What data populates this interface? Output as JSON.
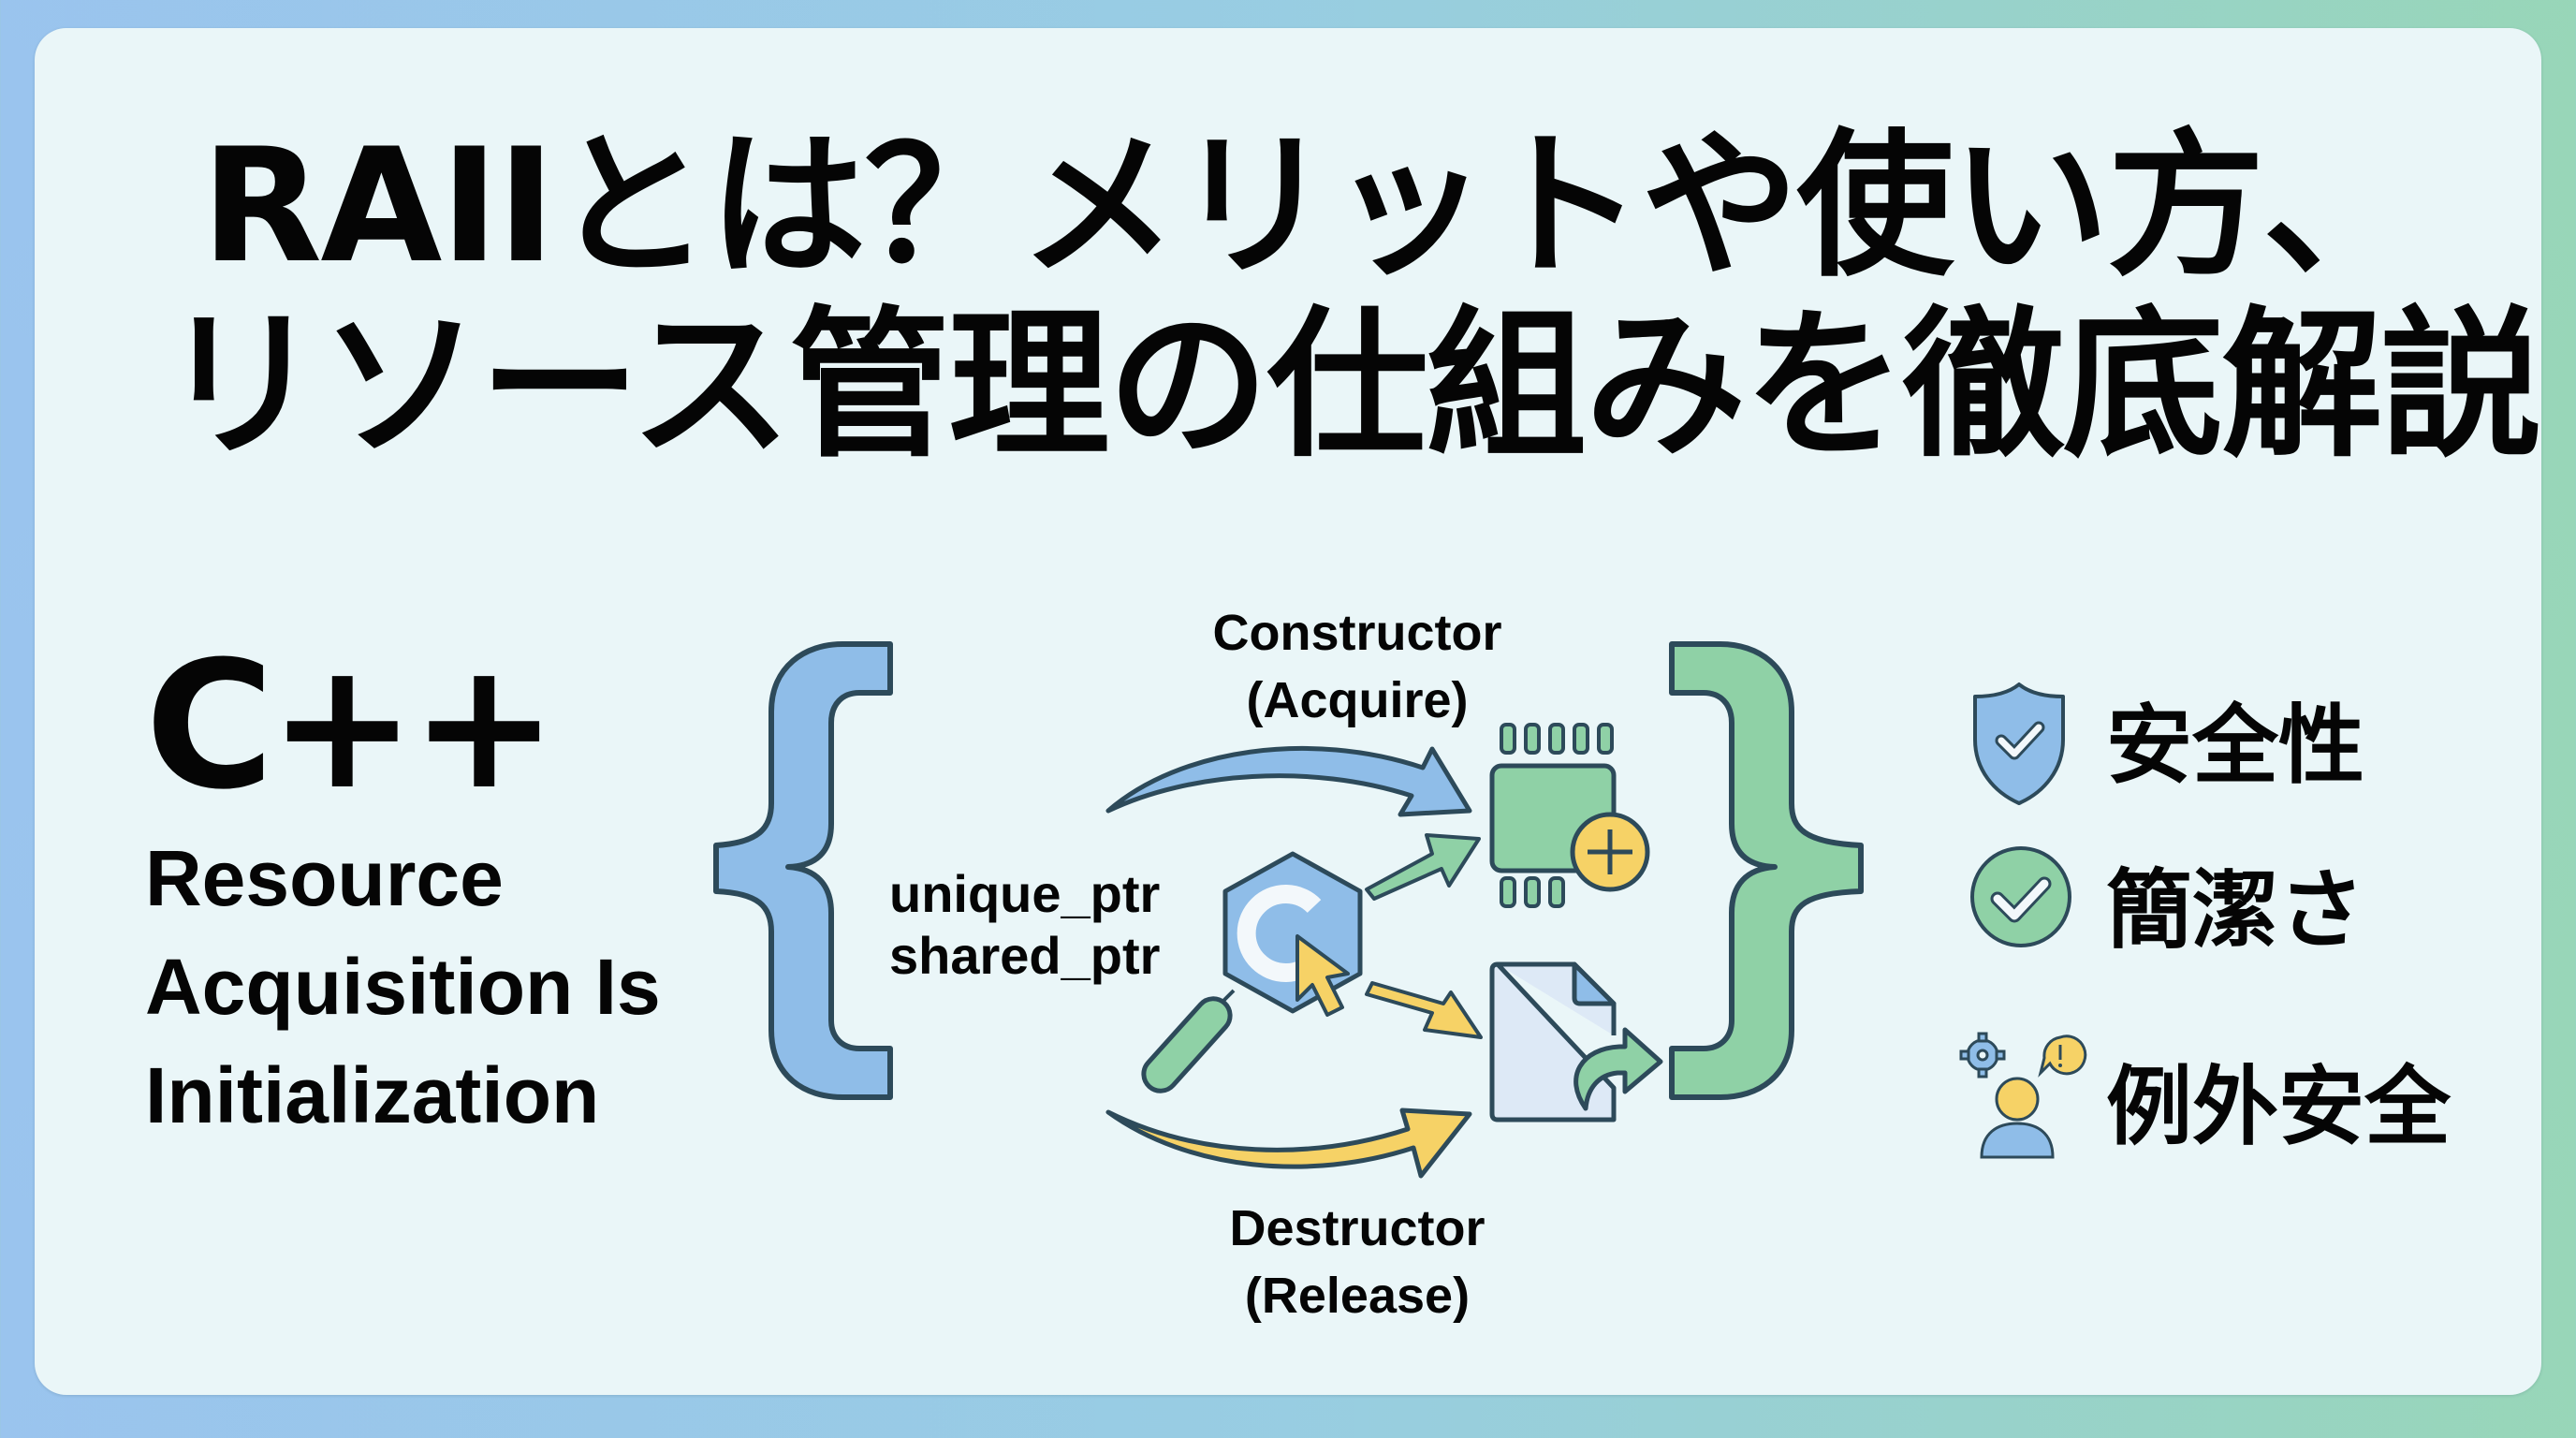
{
  "title": {
    "line1": "RAIIとは？メリットや使い方、",
    "line2": "リソース管理の仕組みを徹底解説"
  },
  "left_panel": {
    "language": "C++",
    "acronym_expansion": [
      "Resource",
      "Acquisition Is",
      "Initialization"
    ]
  },
  "diagram": {
    "smart_pointers": [
      "unique_ptr",
      "shared_ptr"
    ],
    "constructor": {
      "label": "Constructor",
      "action": "(Acquire)"
    },
    "destructor": {
      "label": "Destructor",
      "action": "(Release)"
    },
    "icons": {
      "left_brace": "left-curly-brace-icon",
      "right_brace": "right-curly-brace-icon",
      "center": "cpp-hexagon-cursor-icon",
      "acquire_target": "memory-chip-plus-icon",
      "release_target": "document-export-icon"
    }
  },
  "benefits": [
    {
      "label": "安全性",
      "icon": "shield-check-icon"
    },
    {
      "label": "簡潔さ",
      "icon": "circle-check-icon"
    },
    {
      "label": "例外安全",
      "icon": "person-gear-alert-icon"
    }
  ],
  "colors": {
    "outline": "#2d4a5a",
    "blue": "#8fbde8",
    "green": "#8fd1a6",
    "yellow": "#f6d266",
    "card": "#eaf6f8",
    "bg_left": "#9ac4ee",
    "bg_right": "#98d6b8"
  }
}
